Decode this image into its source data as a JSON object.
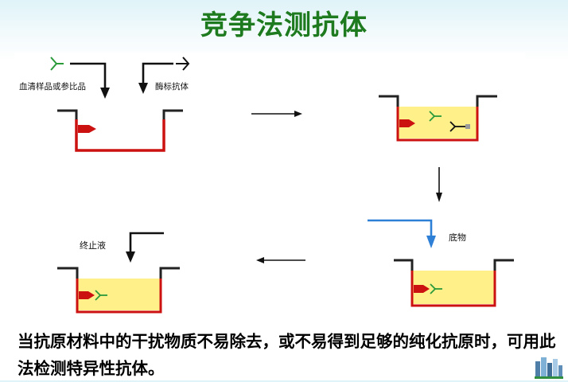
{
  "title": "竞争法测抗体",
  "labels": {
    "serum_and_ref": "血清样品或参比品",
    "enzyme_antibody": "酶标抗体",
    "substrate": "底物",
    "stop_solution": "终止液"
  },
  "caption": "当抗原材料中的干扰物质不易除去，或不易得到足够的纯化抗原时，可用此法检测特异性抗体。",
  "colors": {
    "title": "#1e7a1e",
    "well_wall": "#222222",
    "solid_phase": "#cc1111",
    "liquid": "#fff08a",
    "antibody": "#2a9a3a",
    "substrate_arrow": "#2e7fd6"
  }
}
